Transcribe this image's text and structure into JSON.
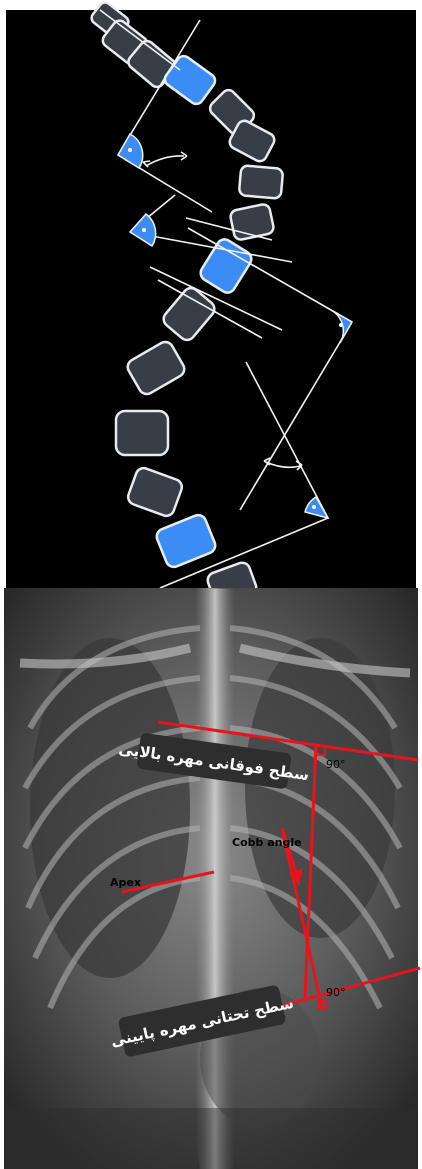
{
  "colors": {
    "background_dark": "#000000",
    "vertebra_fill": "#373e47",
    "vertebra_outline": "#e9ecef",
    "highlight_blue": "#3c8cf5",
    "line_white": "#f2f2f2",
    "marker_red": "#e8141c",
    "label_bg": "#2e2e2e",
    "label_text": "#ffffff"
  },
  "xray": {
    "label_upper": "سطح فوقانی مهره بالایی",
    "label_lower": "سطح تحتانی مهره پایینی",
    "angle_upper": "90°",
    "angle_lower": "90°",
    "cobb_label": "Cobb angle",
    "apex_label": "Apex"
  }
}
